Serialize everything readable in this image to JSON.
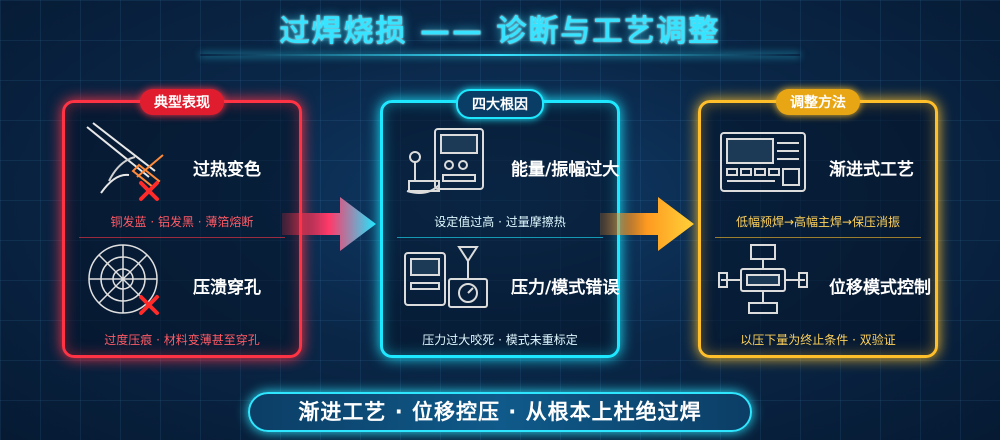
{
  "title": "过焊烧损 —— 诊断与工艺调整",
  "panels": [
    {
      "badge": "典型表现",
      "items": [
        {
          "label": "过热变色",
          "desc": "铜发蓝 · 铝发黑 · 薄箔熔断",
          "icon": "overheated-wire-icon"
        },
        {
          "label": "压溃穿孔",
          "desc": "过度压痕 · 材料变薄甚至穿孔",
          "icon": "punctured-mesh-icon"
        }
      ]
    },
    {
      "badge": "四大根因",
      "items": [
        {
          "label": "能量/振幅过大",
          "desc": "设定值过高 · 过量摩擦热",
          "icon": "welder-generator-icon"
        },
        {
          "label": "压力/模式错误",
          "desc": "压力过大咬死 · 模式未重标定",
          "icon": "pressure-gauge-machine-icon"
        }
      ]
    },
    {
      "badge": "调整方法",
      "items": [
        {
          "label": "渐进式工艺",
          "desc": "低幅预焊→高幅主焊→保压消振",
          "icon": "control-panel-icon"
        },
        {
          "label": "位移模式控制",
          "desc": "以压下量为终止条件 · 双验证",
          "icon": "displacement-actuator-icon"
        }
      ]
    }
  ],
  "banner": "渐进工艺 · 位移控压 · 从根本上杜绝过焊",
  "colors": {
    "red": "#ff3344",
    "cyan": "#1ee8ff",
    "amber": "#ffbf2a"
  }
}
